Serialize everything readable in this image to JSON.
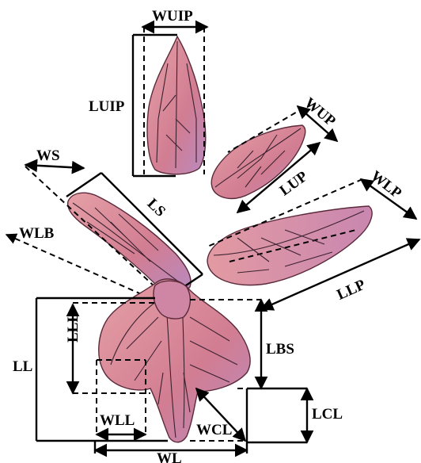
{
  "labels": {
    "wuip": "WUIP",
    "luip": "LUIP",
    "wup": "WUP",
    "lup": "LUP",
    "ws": "WS",
    "ls": "LS",
    "wlp": "WLP",
    "llp": "LLP",
    "wlb": "WLB",
    "lbs": "LBS",
    "ll": "LL",
    "lll": "LLL",
    "lcl": "LCL",
    "wll": "WLL",
    "wcl": "WCL",
    "wl": "WL"
  },
  "colors": {
    "petal_fill": "#d98a9a",
    "petal_shade": "#b98ab8",
    "line": "#000000",
    "background": "#ffffff"
  }
}
